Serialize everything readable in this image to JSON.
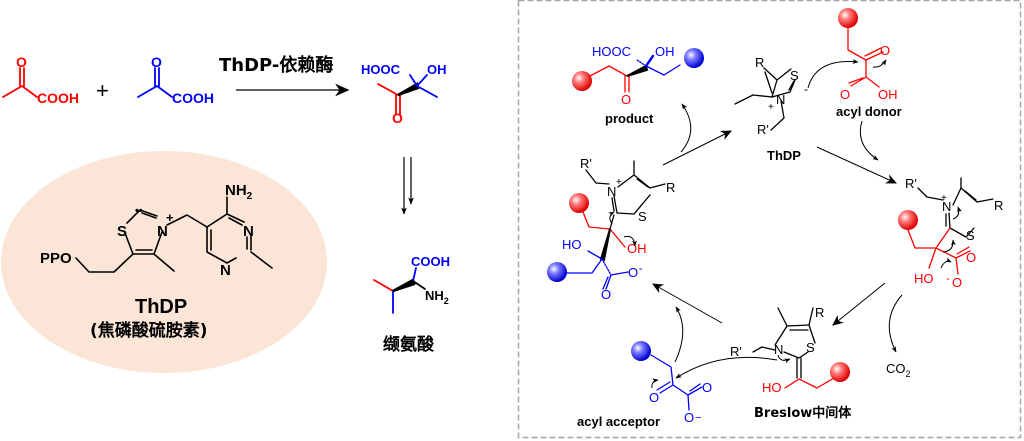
{
  "colors": {
    "donor": "#ff0000",
    "acceptor": "#0000ff",
    "neutral": "#000000",
    "highlight_ellipse": "#fbe5d6",
    "frame_dash": "#a6a6a6"
  },
  "left_panel": {
    "reaction": {
      "reactant1": {
        "carbonyl_o": "O",
        "acid": "COOH",
        "color": "red"
      },
      "plus": "+",
      "reactant2": {
        "carbonyl_o": "O",
        "acid": "COOH",
        "color": "blue"
      },
      "arrow_label": "ThDP-依赖酶",
      "product": {
        "acid": "HOOC",
        "hydroxyl": "OH",
        "carbonyl_o": "O"
      }
    },
    "cofactor": {
      "name": "ThDP",
      "subtitle": "(焦磷酸硫胺素)",
      "atoms": {
        "ppo": "PPO",
        "s": "S",
        "n_plus": "N",
        "plus": "+",
        "amine": "NH",
        "amine_sub": "2",
        "ring_n1": "N",
        "ring_n2": "N",
        "carbene_dots": "••"
      }
    },
    "downstream": {
      "final_product_name": "缬氨酸",
      "acid": "COOH",
      "amine": "NH",
      "amine_sub": "2"
    }
  },
  "cycle_panel": {
    "product": {
      "label": "product",
      "acid": "HOOC",
      "hydroxyl": "OH",
      "carbonyl_o": "O"
    },
    "thdp": {
      "label": "ThDP",
      "r": "R",
      "r_prime": "R'",
      "s": "S",
      "n": "N",
      "plus": "+",
      "minus": "-"
    },
    "acyl_donor": {
      "label": "acyl donor",
      "o1": "O",
      "o2": "O",
      "oh": "OH"
    },
    "adduct1": {
      "r": "R",
      "r_prime": "R'",
      "s": "S",
      "n": "N",
      "plus": "+",
      "o": "O",
      "ho": "HO",
      "o_minus": "O",
      "minus": "-"
    },
    "decarboxylation": {
      "co2": "CO",
      "co2_sub": "2"
    },
    "breslow": {
      "label": "Breslow中间体",
      "r": "R",
      "r_prime": "R'",
      "s": "S",
      "n": "N",
      "ho": "HO"
    },
    "acyl_acceptor": {
      "label": "acyl acceptor",
      "o1": "O",
      "o2": "O",
      "o_minus": "O",
      "minus": "−"
    },
    "adduct2": {
      "r": "R",
      "r_prime": "R'",
      "s": "S",
      "n": "N",
      "plus": "+",
      "ho": "HO",
      "oh": "OH",
      "o_minus": "O",
      "minus": "-",
      "o": "O"
    }
  }
}
